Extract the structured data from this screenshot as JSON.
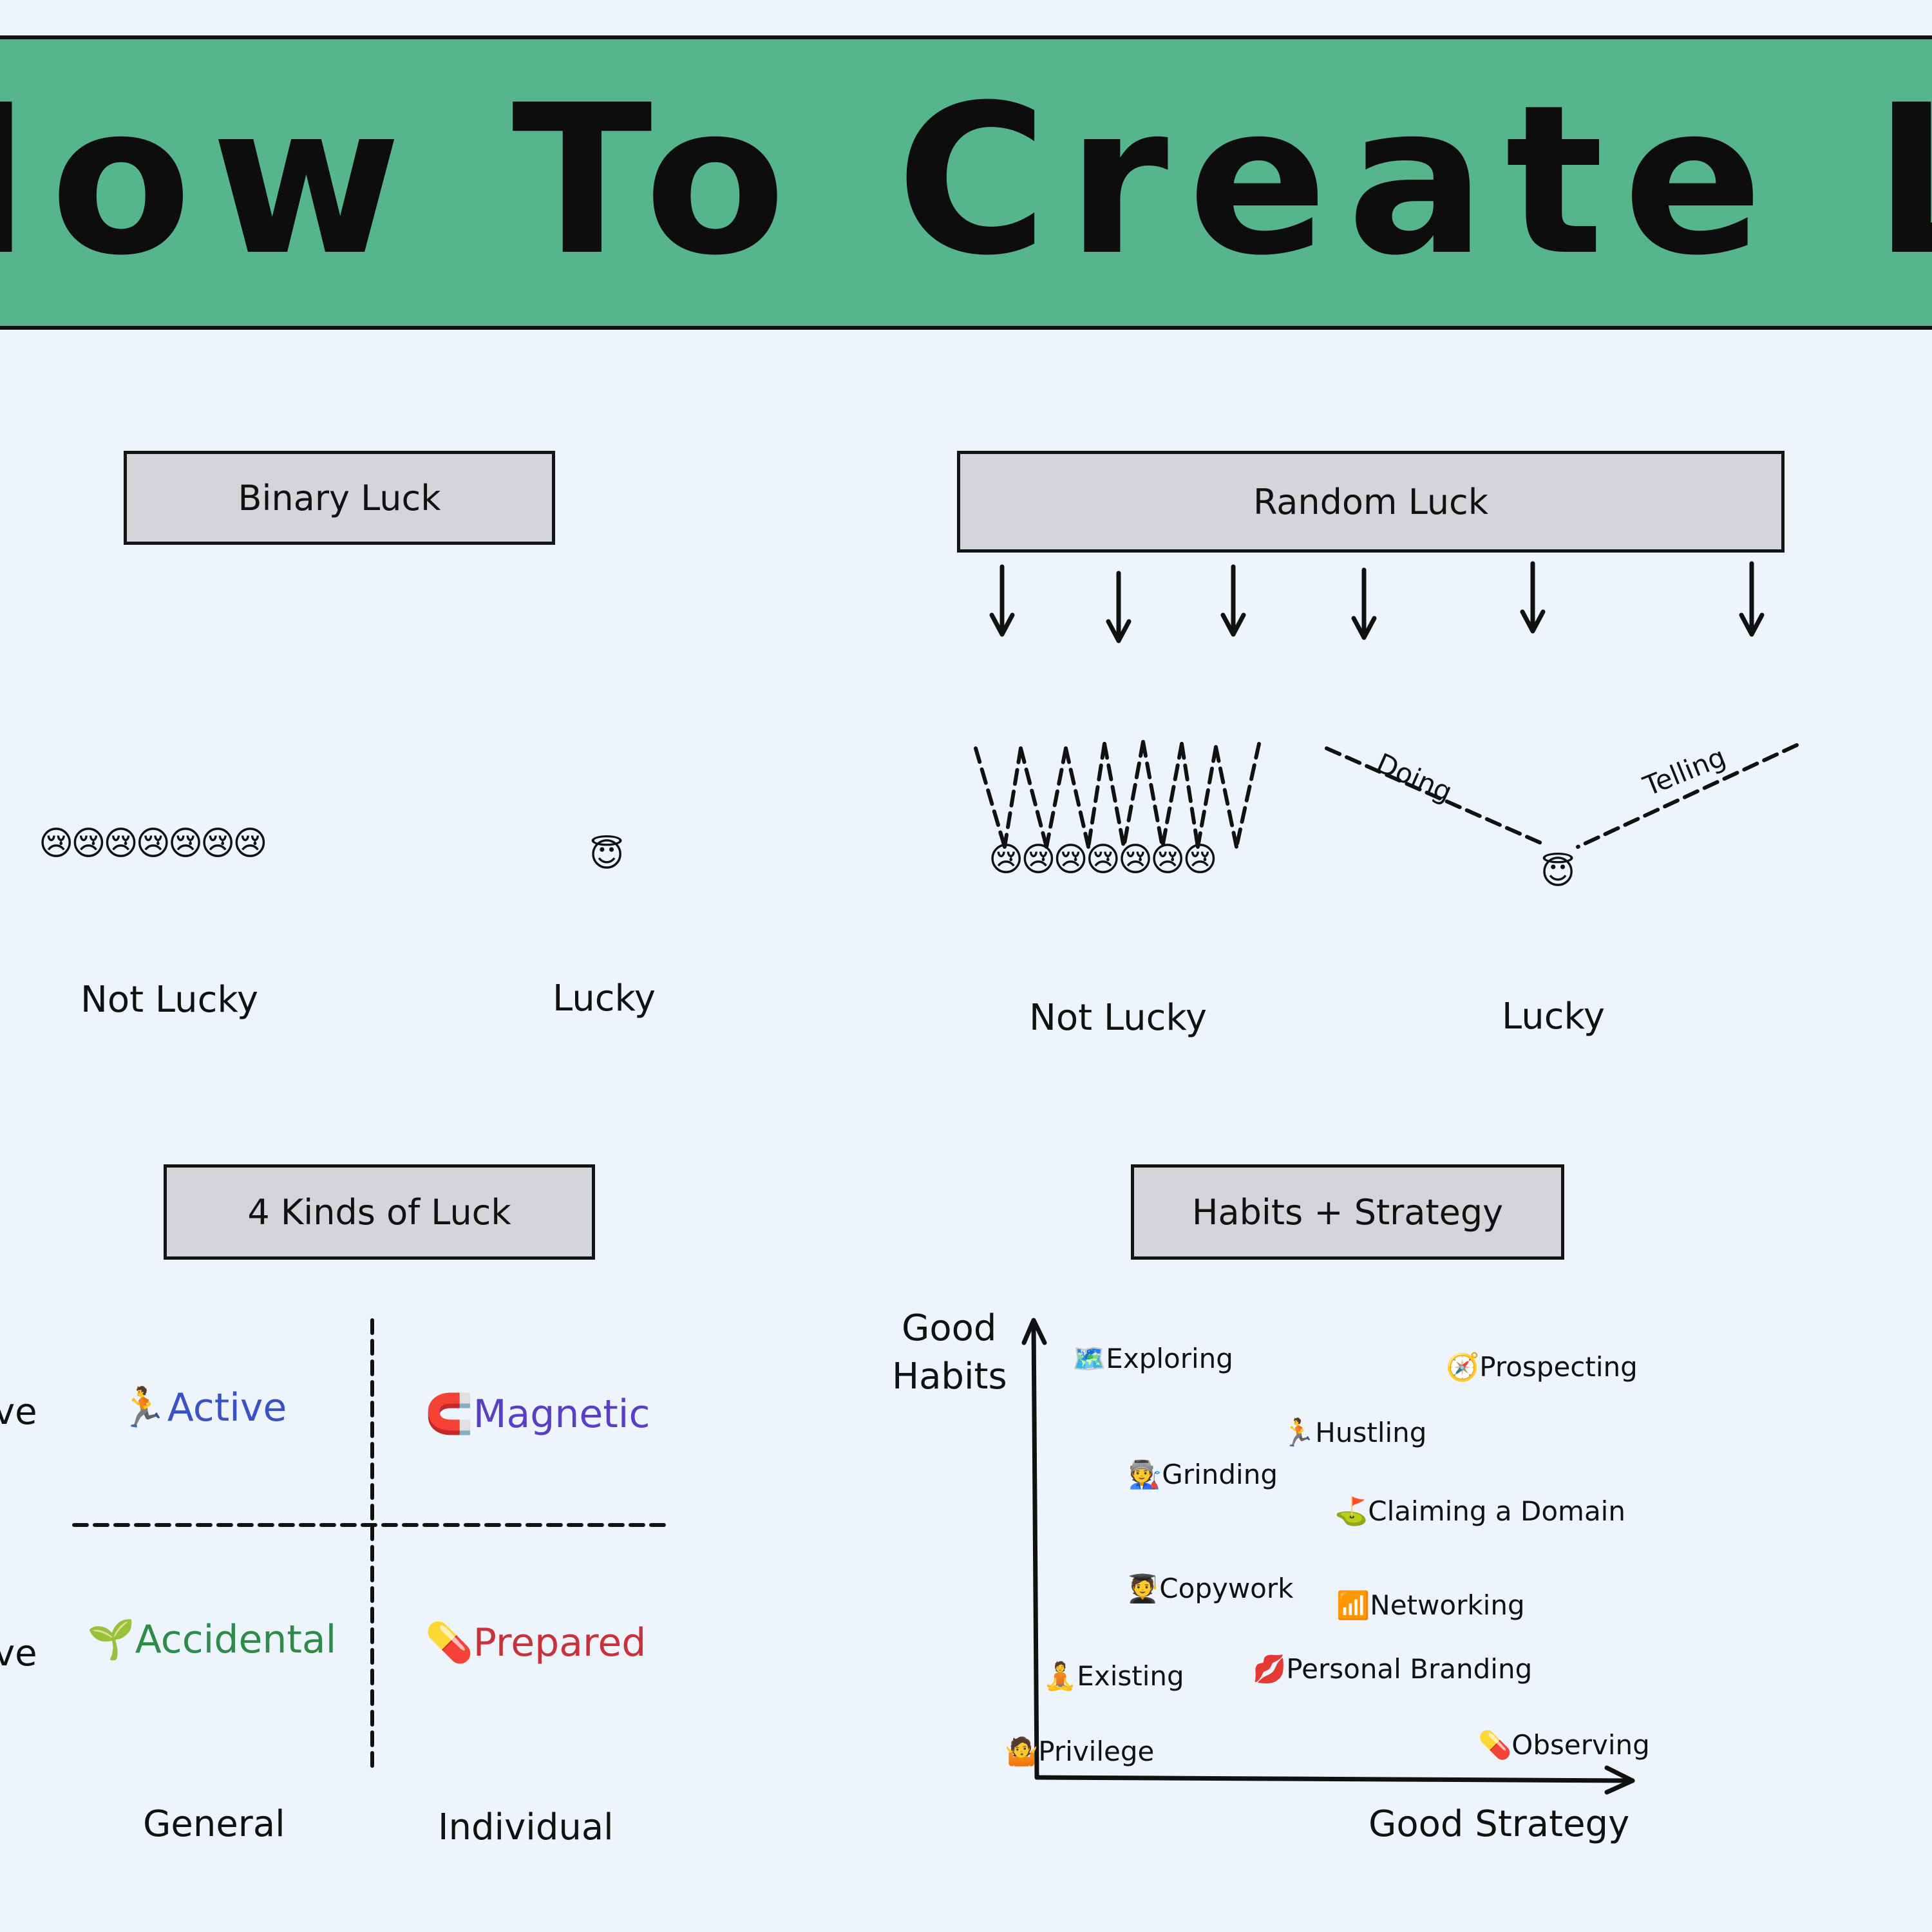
{
  "banner": {
    "title": "How To Create Luck"
  },
  "binary_luck": {
    "title": "Binary Luck",
    "not_lucky_emojis": "😢😢😢😢😢😢😢",
    "lucky_emoji": "😇",
    "not_lucky_label": "Not Lucky",
    "lucky_label": "Lucky"
  },
  "random_luck": {
    "title": "Random Luck",
    "not_lucky_emojis": "😢😢😢😢😢😢😢",
    "lucky_emoji": "😇",
    "doing_label": "Doing",
    "telling_label": "Telling",
    "not_lucky_label": "Not Lucky",
    "lucky_label": "Lucky"
  },
  "four_kinds": {
    "title": "4 Kinds of Luck",
    "row_label_top": "ve",
    "row_label_bottom": "ve",
    "active": {
      "icon": "🏃",
      "label": "Active",
      "color": "#3b52c4"
    },
    "magnetic": {
      "icon": "🧲",
      "label": "Magnetic",
      "color": "#5a3fc4"
    },
    "accidental": {
      "icon": "🌱",
      "label": "Accidental",
      "color": "#2e8b4a"
    },
    "prepared": {
      "icon": "💊",
      "label": "Prepared",
      "color": "#c8323a"
    },
    "x_general": "General",
    "x_individual": "Individual"
  },
  "habits_strategy": {
    "title": "Habits + Strategy",
    "y_label_line1": "Good",
    "y_label_line2": "Habits",
    "x_label": "Good Strategy",
    "items": [
      {
        "icon": "🗺️",
        "label": "Exploring"
      },
      {
        "icon": "🧭",
        "label": "Prospecting"
      },
      {
        "icon": "🏃",
        "label": "Hustling"
      },
      {
        "icon": "🧑‍🏭",
        "label": "Grinding"
      },
      {
        "icon": "⛳",
        "label": "Claiming a Domain"
      },
      {
        "icon": "🧑‍🎓",
        "label": "Copywork"
      },
      {
        "icon": "📶",
        "label": "Networking"
      },
      {
        "icon": "🧘",
        "label": "Existing"
      },
      {
        "icon": "💋",
        "label": "Personal Branding"
      },
      {
        "icon": "🤷",
        "label": "Privilege"
      },
      {
        "icon": "💊",
        "label": "Observing"
      }
    ]
  }
}
